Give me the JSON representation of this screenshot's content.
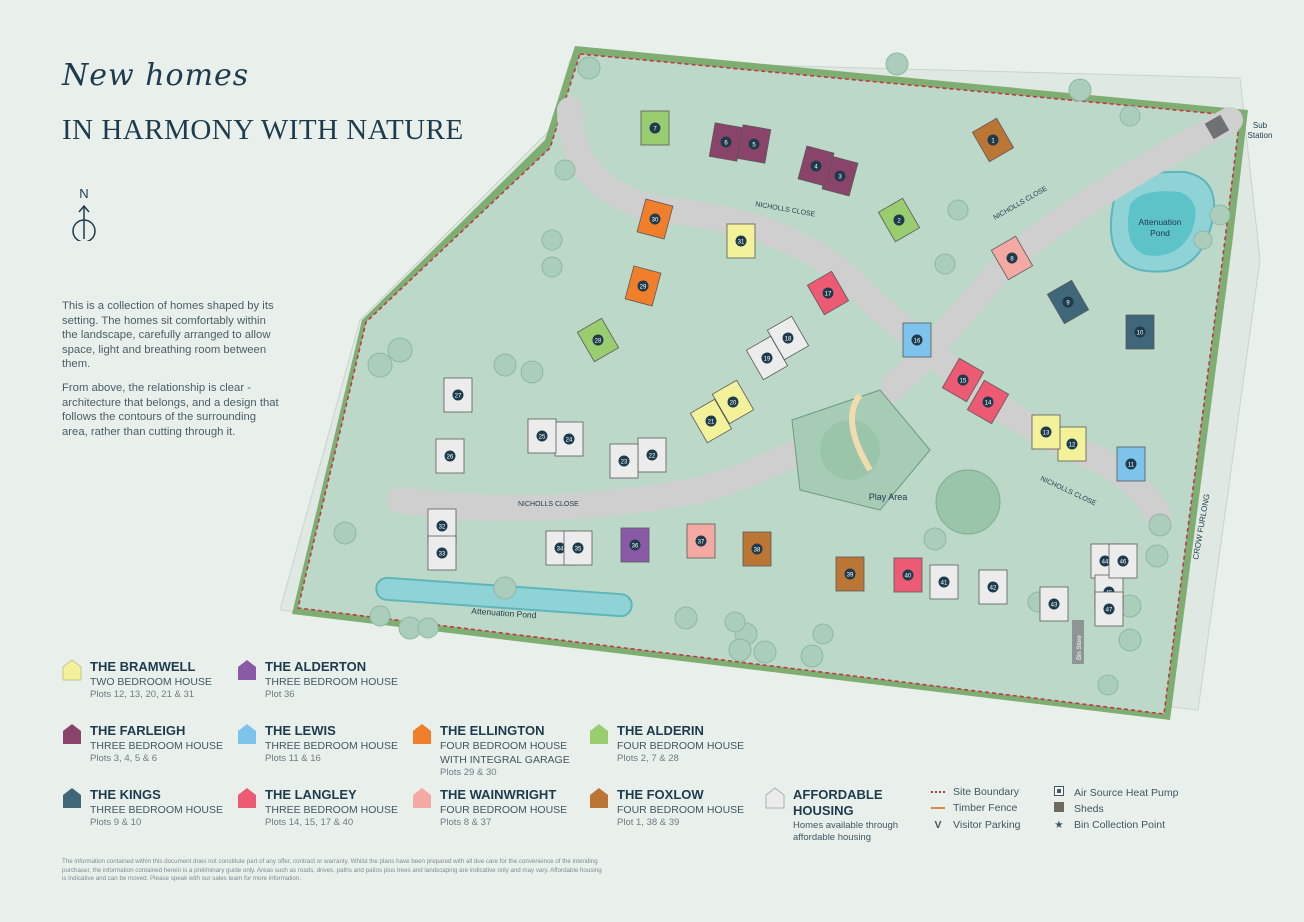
{
  "header": {
    "script_title": "New homes",
    "title": "IN HARMONY WITH NATURE",
    "north_label": "N"
  },
  "intro": {
    "paragraph1": "This is a collection of homes shaped by its setting. The homes sit comfortably within the landscape, carefully arranged to allow space, light and breathing room between them.",
    "paragraph2": "From above, the relationship is clear - architecture that belongs, and a design that follows the contours of the surrounding area, rather than cutting through it."
  },
  "map": {
    "labels": {
      "road_top": "NICHOLLS CLOSE",
      "road_diag": "NICHOLLS CLOSE",
      "road_lower": "NICHOLLS CLOSE",
      "road_right": "NICHOLLS CLOSE",
      "attenuation_pond_right_1": "Attenuation",
      "attenuation_pond_right_2": "Pond",
      "attenuation_pond_bottom": "Attenuation Pond",
      "play_area": "Play Area",
      "sub_station_1": "Sub",
      "sub_station_2": "Station",
      "crow_furlong": "CROW FURLONG",
      "bin_store": "Bin Store"
    },
    "colors": {
      "bramwell": "#f3f19a",
      "alderton": "#8a5aa6",
      "farleigh": "#8b4469",
      "lewis": "#7dc3ec",
      "ellington": "#f07e2b",
      "alderin": "#9acd6f",
      "kings": "#3f6679",
      "langley": "#ec5a74",
      "wainwright": "#f4aaa3",
      "foxlow": "#bb7535",
      "affordable": "#ececec"
    },
    "plots": [
      {
        "n": "1",
        "type": "foxlow"
      },
      {
        "n": "2",
        "type": "alderin"
      },
      {
        "n": "3",
        "type": "farleigh"
      },
      {
        "n": "4",
        "type": "farleigh"
      },
      {
        "n": "5",
        "type": "farleigh"
      },
      {
        "n": "6",
        "type": "farleigh"
      },
      {
        "n": "7",
        "type": "alderin"
      },
      {
        "n": "8",
        "type": "wainwright"
      },
      {
        "n": "9",
        "type": "kings"
      },
      {
        "n": "10",
        "type": "kings"
      },
      {
        "n": "11",
        "type": "lewis"
      },
      {
        "n": "12",
        "type": "bramwell"
      },
      {
        "n": "13",
        "type": "bramwell"
      },
      {
        "n": "14",
        "type": "langley"
      },
      {
        "n": "15",
        "type": "langley"
      },
      {
        "n": "16",
        "type": "lewis"
      },
      {
        "n": "17",
        "type": "langley"
      },
      {
        "n": "18",
        "type": "affordable"
      },
      {
        "n": "19",
        "type": "affordable"
      },
      {
        "n": "20",
        "type": "bramwell"
      },
      {
        "n": "21",
        "type": "bramwell"
      },
      {
        "n": "22",
        "type": "affordable"
      },
      {
        "n": "23",
        "type": "affordable"
      },
      {
        "n": "24",
        "type": "affordable"
      },
      {
        "n": "25",
        "type": "affordable"
      },
      {
        "n": "26",
        "type": "affordable"
      },
      {
        "n": "27",
        "type": "affordable"
      },
      {
        "n": "28",
        "type": "alderin"
      },
      {
        "n": "29",
        "type": "ellington"
      },
      {
        "n": "30",
        "type": "ellington"
      },
      {
        "n": "31",
        "type": "bramwell"
      },
      {
        "n": "32",
        "type": "affordable"
      },
      {
        "n": "33",
        "type": "affordable"
      },
      {
        "n": "34",
        "type": "affordable"
      },
      {
        "n": "35",
        "type": "affordable"
      },
      {
        "n": "36",
        "type": "alderton"
      },
      {
        "n": "37",
        "type": "wainwright"
      },
      {
        "n": "38",
        "type": "foxlow"
      },
      {
        "n": "39",
        "type": "foxlow"
      },
      {
        "n": "40",
        "type": "langley"
      },
      {
        "n": "41",
        "type": "affordable"
      },
      {
        "n": "42",
        "type": "affordable"
      },
      {
        "n": "43",
        "type": "affordable"
      },
      {
        "n": "44",
        "type": "affordable"
      },
      {
        "n": "45",
        "type": "affordable"
      },
      {
        "n": "46",
        "type": "affordable"
      },
      {
        "n": "47",
        "type": "affordable"
      }
    ]
  },
  "legend": {
    "bramwell": {
      "name": "THE BRAMWELL",
      "desc": "TWO BEDROOM HOUSE",
      "plots": "Plots 12, 13, 20, 21 & 31"
    },
    "alderton": {
      "name": "THE ALDERTON",
      "desc": "THREE BEDROOM HOUSE",
      "plots": "Plot 36"
    },
    "farleigh": {
      "name": "THE FARLEIGH",
      "desc": "THREE BEDROOM HOUSE",
      "plots": "Plots 3, 4, 5 & 6"
    },
    "lewis": {
      "name": "THE LEWIS",
      "desc": "THREE BEDROOM HOUSE",
      "plots": "Plots 11 & 16"
    },
    "ellington": {
      "name": "THE ELLINGTON",
      "desc": "FOUR BEDROOM HOUSE",
      "desc2": "WITH INTEGRAL GARAGE",
      "plots": "Plots 29 & 30"
    },
    "alderin": {
      "name": "THE ALDERIN",
      "desc": "FOUR BEDROOM HOUSE",
      "plots": "Plots 2, 7 & 28"
    },
    "kings": {
      "name": "THE KINGS",
      "desc": "THREE BEDROOM HOUSE",
      "plots": "Plots 9 & 10"
    },
    "langley": {
      "name": "THE LANGLEY",
      "desc": "THREE BEDROOM HOUSE",
      "plots": "Plots 14, 15, 17 & 40"
    },
    "wainwright": {
      "name": "THE WAINWRIGHT",
      "desc": "FOUR BEDROOM HOUSE",
      "plots": "Plots 8 & 37"
    },
    "foxlow": {
      "name": "THE FOXLOW",
      "desc": "FOUR BEDROOM HOUSE",
      "plots": "Plot 1, 38 & 39"
    },
    "affordable": {
      "name1": "AFFORDABLE",
      "name2": "HOUSING",
      "desc1": "Homes available through",
      "desc2": "affordable housing"
    }
  },
  "key": {
    "site_boundary": "Site Boundary",
    "timber_fence": "Timber Fence",
    "visitor_parking": "Visitor Parking",
    "visitor_parking_symbol": "V",
    "air_source": "Air Source Heat Pump",
    "sheds": "Sheds",
    "bin_point": "Bin Collection Point",
    "bin_symbol": "★"
  },
  "disclaimer": "The information contained within this document does not constitute part of any offer, contract or warranty. Whilst the plans have been prepared with all due care for the convenience of the intending purchaser, the information contained herein is a preliminary guide only. Areas such as roads, drives, paths and patios plus trees and landscaping are indicative only and may vary. Affordable housing is indicative and can be moved. Please speak with our sales team for more information."
}
